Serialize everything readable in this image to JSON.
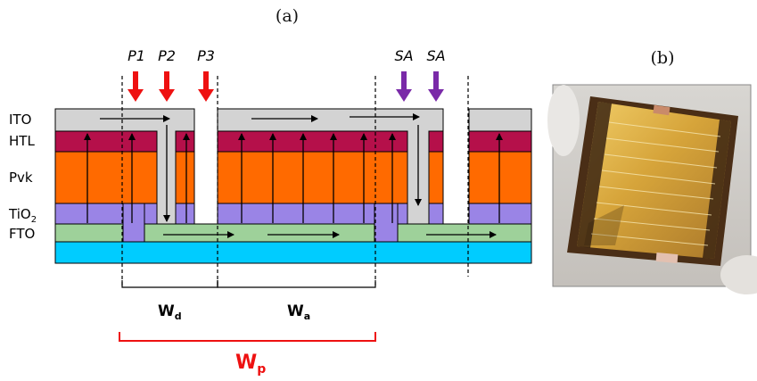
{
  "panel_a": {
    "label": "(a)",
    "layer_labels": [
      {
        "id": "ito",
        "text": "ITO"
      },
      {
        "id": "htl",
        "text": "HTL"
      },
      {
        "id": "pvk",
        "text": "Pvk"
      },
      {
        "id": "tio2",
        "text": "TiO",
        "sub": "2"
      },
      {
        "id": "fto",
        "text": "FTO"
      }
    ],
    "scribe_labels": [
      {
        "id": "p1",
        "text": "P1",
        "color": "#ee1111"
      },
      {
        "id": "p2",
        "text": "P2",
        "color": "#ee1111"
      },
      {
        "id": "p3",
        "text": "P3",
        "color": "#ee1111"
      },
      {
        "id": "sa1",
        "text": "SA",
        "color": "#7a2aa8"
      },
      {
        "id": "sa2",
        "text": "SA",
        "color": "#7a2aa8"
      }
    ],
    "widths": {
      "wd": {
        "main": "W",
        "sub": "d"
      },
      "wa": {
        "main": "W",
        "sub": "a"
      },
      "wp": {
        "main": "W",
        "sub": "p",
        "color": "#ee1111"
      }
    },
    "colors": {
      "ito": "#d3d3d3",
      "htl": "#b5104a",
      "pvk": "#ff6a00",
      "tio2": "#9a84e6",
      "fto": "#9ed19a",
      "glass": "#00ccff"
    }
  },
  "panel_b": {
    "label": "(b)"
  }
}
